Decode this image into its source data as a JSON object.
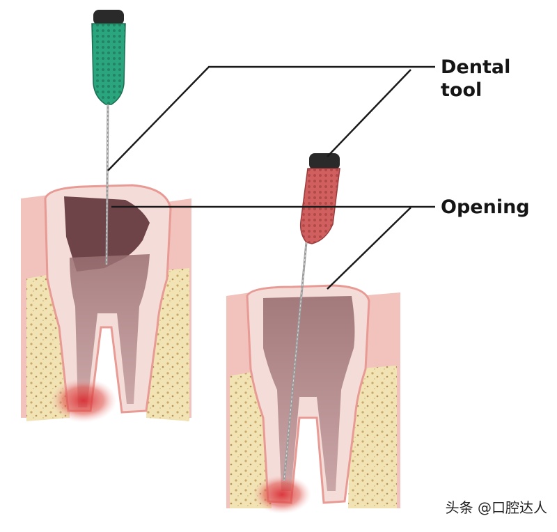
{
  "labels": {
    "tool": "Dental tool",
    "opening": "Opening"
  },
  "watermark": "头条 @口腔达人",
  "colors": {
    "gum": "#f2c2bd",
    "gum_edge": "#e89a94",
    "tooth_outer": "#f4dcd8",
    "pulp": "#8d6468",
    "pulp_light": "#c6a0a2",
    "bone": "#f1e3b4",
    "bone_dot": "#c9a86a",
    "infection": "#d92f36",
    "tool_green": "#2aa57e",
    "tool_red": "#d06060",
    "tool_cap": "#2a2a2a",
    "leader": "#1a1a1a"
  },
  "icons": [
    "file-tool-green",
    "file-tool-red"
  ]
}
